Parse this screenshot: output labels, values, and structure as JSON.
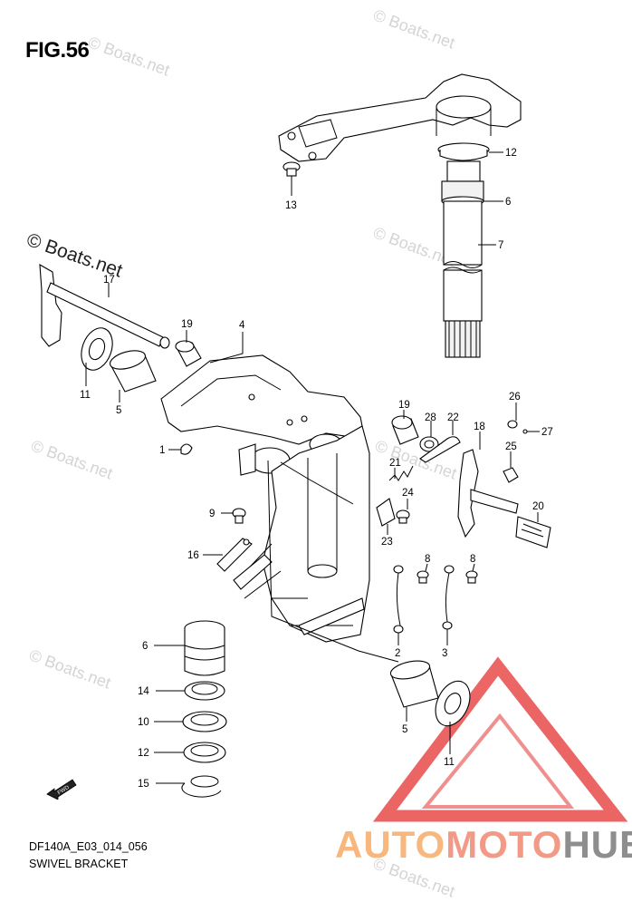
{
  "figure": {
    "title": "FIG.56",
    "code": "DF140A_E03_014_056",
    "caption": "SWIVEL BRACKET",
    "watermark": "© Boats.net",
    "watermark_dark": "© Boats.net",
    "fwd_label": "FWD"
  },
  "logo": {
    "part1": "AUTO",
    "part2": "MOTO",
    "part3": "HUB",
    "colors": {
      "auto": "#f7b77d",
      "moto": "#f29a86",
      "hub": "#8e8e8e",
      "triangle": "#e94b4b"
    }
  },
  "callouts": [
    "12",
    "13",
    "6",
    "7",
    "17",
    "19",
    "4",
    "11",
    "5",
    "1",
    "19",
    "28",
    "22",
    "26",
    "27",
    "18",
    "25",
    "21",
    "24",
    "20",
    "9",
    "23",
    "16",
    "8",
    "8",
    "2",
    "3",
    "6",
    "14",
    "10",
    "12",
    "15",
    "5",
    "11"
  ]
}
